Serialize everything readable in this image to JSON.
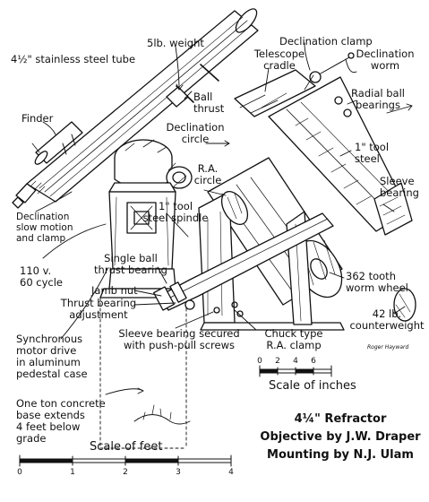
{
  "labels": {
    "five_lb_weight": "5lb. weight",
    "tube": "4½\" stainless steel tube",
    "declination_clamp": "Declination clamp",
    "telescope_cradle": [
      "Telescope",
      "cradle"
    ],
    "declination_worm": [
      "Declination",
      "worm"
    ],
    "finder": "Finder",
    "ball_thrust": [
      "Ball",
      "thrust"
    ],
    "radial_ball_bearings": [
      "Radial ball",
      "bearings"
    ],
    "declination_circle": [
      "Declination",
      "circle"
    ],
    "one_tool_steel_right": [
      "1\" tool",
      "steel"
    ],
    "ra_circle": [
      "R.A.",
      "circle"
    ],
    "sleeve_bearing": [
      "Sleeve",
      "bearing"
    ],
    "one_tool_steel_spindle": [
      "1\" tool",
      "steel spindle"
    ],
    "declination_slow_motion": [
      "Declination",
      "slow motion",
      "and clamp"
    ],
    "single_ball_thrust": [
      "Single ball",
      "thrust bearing"
    ],
    "power": [
      "110 v.",
      "60 cycle"
    ],
    "jamb_nut": "Jamb nut",
    "thrust_bearing_adjustment": [
      "Thrust bearing",
      "adjustment"
    ],
    "worm_wheel": [
      "362 tooth",
      "worm wheel"
    ],
    "counterweight": [
      "42 lb.",
      "counterweight"
    ],
    "signature": "Roger Hayward",
    "sleeve_screws": [
      "Sleeve bearing secured",
      "with push-pull screws"
    ],
    "motor_drive": [
      "Synchronous",
      "motor drive",
      "in aluminum",
      "pedestal case"
    ],
    "chuck_clamp": [
      "Chuck type",
      "R.A. clamp"
    ],
    "concrete_base": [
      "One ton concrete",
      "base extends",
      "4 feet below",
      "grade"
    ]
  },
  "scale_inches": {
    "title": "Scale of inches",
    "ticks": [
      "0",
      "2",
      "4",
      "6"
    ]
  },
  "scale_feet": {
    "title": "Scale of feet",
    "ticks": [
      "0",
      "1",
      "2",
      "3",
      "4"
    ]
  },
  "caption": [
    "4¼\" Refractor",
    "Objective by J.W. Draper",
    "Mounting by N.J. Ulam"
  ]
}
